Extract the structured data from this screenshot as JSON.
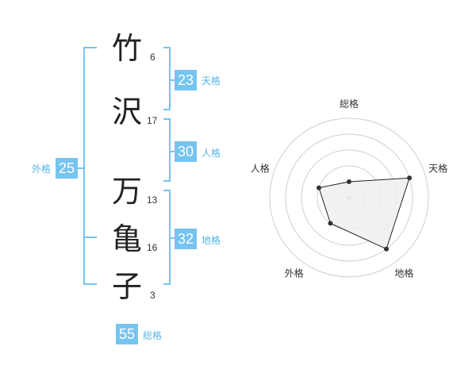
{
  "name": {
    "surname": [
      {
        "char": "竹",
        "strokes": "6"
      },
      {
        "char": "沢",
        "strokes": "17"
      }
    ],
    "given": [
      {
        "char": "万",
        "strokes": "13"
      },
      {
        "char": "亀",
        "strokes": "16"
      },
      {
        "char": "子",
        "strokes": "3"
      }
    ]
  },
  "scores": {
    "tenkaku": {
      "value": "23",
      "label": "天格"
    },
    "jinkaku": {
      "value": "30",
      "label": "人格"
    },
    "chikaku": {
      "value": "32",
      "label": "地格"
    },
    "gaikaku": {
      "value": "25",
      "label": "外格"
    },
    "soukaku": {
      "value": "55",
      "label": "総格"
    }
  },
  "radar": {
    "axes": [
      "総格",
      "天格",
      "地格",
      "外格",
      "人格"
    ],
    "levels": [
      0.2,
      0.8,
      0.8,
      0.4,
      0.4
    ],
    "ring_count": 5,
    "colors": {
      "fill": "#efefef",
      "stroke": "#222222",
      "ring": "#cfcfcf",
      "point": "#333333"
    }
  },
  "accent_color": "#76c4f0"
}
